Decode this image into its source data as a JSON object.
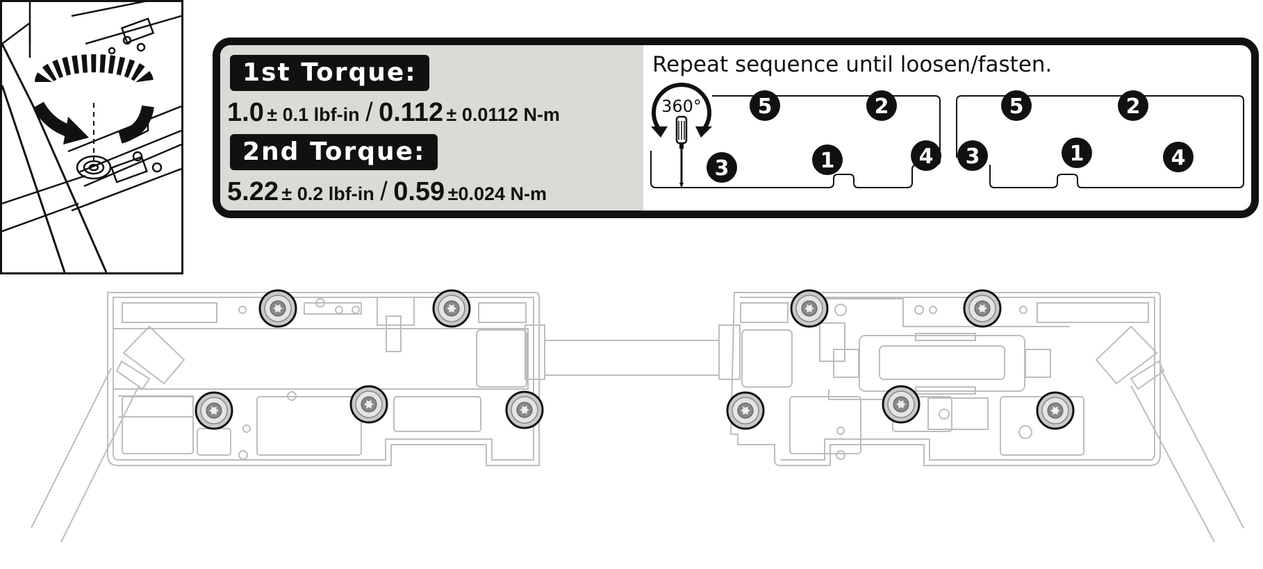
{
  "torque": {
    "first": {
      "title": "1st Torque:",
      "value_primary": "1.0",
      "tol_primary": "± 0.1 lbf-in",
      "separator": "/",
      "value_secondary": "0.112",
      "tol_secondary": "± 0.0112 N-m"
    },
    "second": {
      "title": "2nd Torque:",
      "value_primary": "5.22",
      "tol_primary": "± 0.2 lbf-in",
      "separator": "/",
      "value_secondary": "0.59",
      "tol_secondary": "±0.024 N-m"
    }
  },
  "sequence": {
    "note": "Repeat sequence until loosen/fasten.",
    "rotation_label": "360°",
    "left_group": [
      "5",
      "2",
      "3",
      "1",
      "4"
    ],
    "right_group": [
      "5",
      "2",
      "3",
      "1",
      "4"
    ]
  },
  "icons": {
    "inset": "screw-rotation-icon",
    "screwdriver": "screwdriver-icon",
    "rotate": "rotate-arrow-icon"
  },
  "colors": {
    "ink": "#111111",
    "panel_fill": "#dcdad5",
    "line_art": "#bdbdbd"
  }
}
